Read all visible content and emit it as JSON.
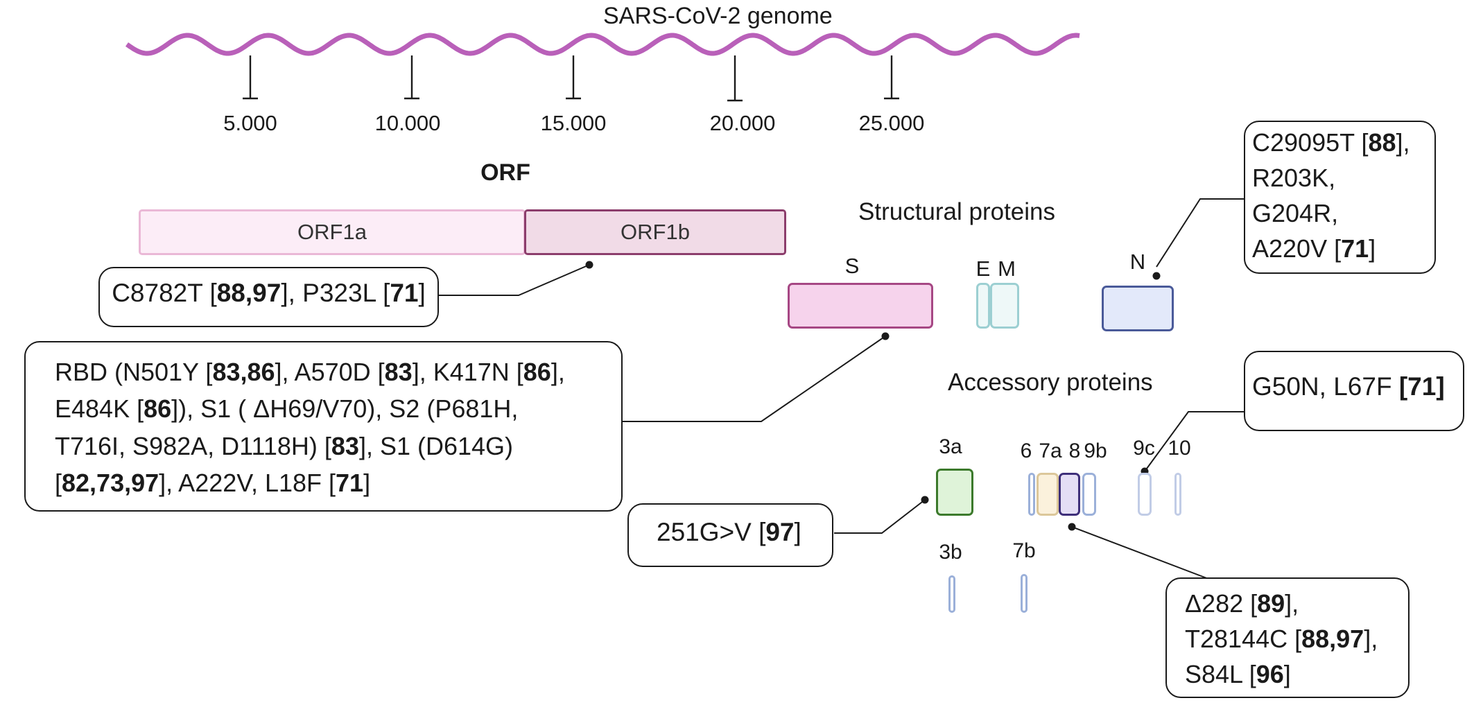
{
  "genome": {
    "title": "SARS-CoV-2 genome",
    "ticks": [
      "5.000",
      "10.000",
      "15.000",
      "20.000",
      "25.000"
    ],
    "wave_color": "#b960b9"
  },
  "orf": {
    "title": "ORF",
    "orf1a": "ORF1a",
    "orf1b": "ORF1b",
    "orf1b_callout": {
      "parts": [
        "C8782T [",
        "88,97",
        "], P323L [",
        "71",
        "]"
      ]
    }
  },
  "structural": {
    "title": "Structural proteins",
    "s": "S",
    "e": "E",
    "m": "M",
    "n": "N",
    "s_callout": {
      "line1": [
        "RBD (N501Y [",
        "83,86",
        "], A570D [",
        "83",
        "], K417N [",
        "86",
        "],"
      ],
      "line2": [
        "E484K [",
        "86",
        "]), S1 ( ΔH69/V70), S2 (P681H,"
      ],
      "line3": [
        "T716I, S982A, D1118H) [",
        "83",
        "], S1 (D614G)"
      ],
      "line4": [
        "[",
        "82,73,97",
        "], A222V, L18F [",
        "71",
        "]"
      ]
    },
    "n_callout": {
      "line1": [
        "C29095T [",
        "88",
        "],"
      ],
      "line2": "R203K,",
      "line3": "G204R,",
      "line4": [
        "A220V [",
        "71",
        "]"
      ]
    }
  },
  "accessory": {
    "title": "Accessory proteins",
    "labels": {
      "p3a": "3a",
      "p6": "6",
      "p7a": "7a",
      "p8": "8",
      "p9b": "9b",
      "p9c": "9c",
      "p10": "10",
      "p3b": "3b",
      "p7b": "7b"
    },
    "callout_3a": [
      "251G>V [",
      "97",
      "]"
    ],
    "callout_9c": [
      "G50N, L67F ",
      "[71]"
    ],
    "callout_8": {
      "line1": [
        "Δ282 [",
        "89",
        "],"
      ],
      "line2": [
        "T28144C [",
        "88,97",
        "],"
      ],
      "line3": [
        "S84L [",
        "96",
        "]"
      ]
    }
  },
  "colors": {
    "orf1a_fill": "#fcedf7",
    "orf1a_border": "#eab8d6",
    "orf1b_fill": "#f1dbe7",
    "orf1b_border": "#8c3d6c",
    "s_fill": "#f6d3ec",
    "s_border": "#a64784",
    "em_border": "#9ccfd2",
    "em_fill": "#eef8f8",
    "n_fill": "#e3e9fa",
    "n_border": "#4a5a99",
    "p3a_fill": "#dff3d9",
    "p3a_border": "#3c7a2c",
    "p7a_fill": "#fbf1dc",
    "p7a_border": "#dcc79a",
    "p8_fill": "#e4def5",
    "p8_border": "#3e2f7a",
    "thin_border": "#9bb0d9"
  }
}
